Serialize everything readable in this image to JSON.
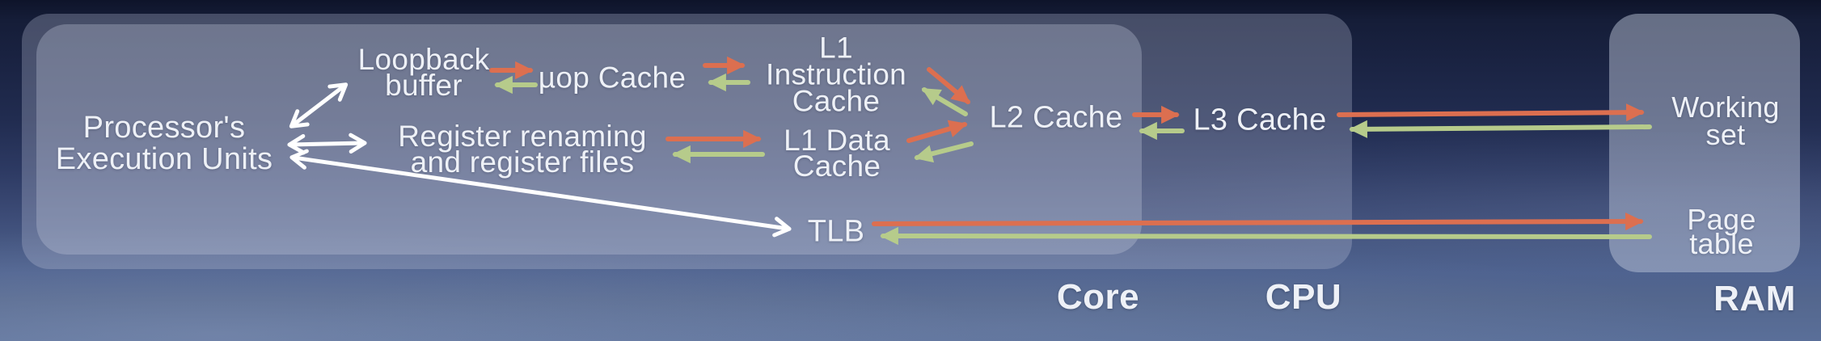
{
  "colors": {
    "arrow_red": "#dc6f50",
    "arrow_green": "#b6cb8b",
    "arrow_white": "#ffffff",
    "label_text": "#eef1f7",
    "background_top": "#0e142a",
    "background_bottom": "#5a6f99"
  },
  "nodes": {
    "execution_units": {
      "lines": [
        "Processor's",
        "Execution Units"
      ]
    },
    "loopback_buffer": {
      "lines": [
        "Loopback",
        "buffer"
      ]
    },
    "uop_cache": {
      "lines": [
        "µop Cache"
      ]
    },
    "l1_instruction_cache": {
      "lines": [
        "L1",
        "Instruction",
        "Cache"
      ]
    },
    "register_renaming": {
      "lines": [
        "Register renaming",
        "and register files"
      ]
    },
    "l1_data_cache": {
      "lines": [
        "L1 Data",
        "Cache"
      ]
    },
    "l2_cache": {
      "lines": [
        "L2 Cache"
      ]
    },
    "l3_cache": {
      "lines": [
        "L3 Cache"
      ]
    },
    "tlb": {
      "lines": [
        "TLB"
      ]
    },
    "working_set": {
      "lines": [
        "Working",
        "set"
      ]
    },
    "page_table": {
      "lines": [
        "Page",
        "table"
      ]
    }
  },
  "containers": {
    "core": {
      "label": "Core"
    },
    "cpu": {
      "label": "CPU"
    },
    "ram": {
      "label": "RAM"
    }
  }
}
